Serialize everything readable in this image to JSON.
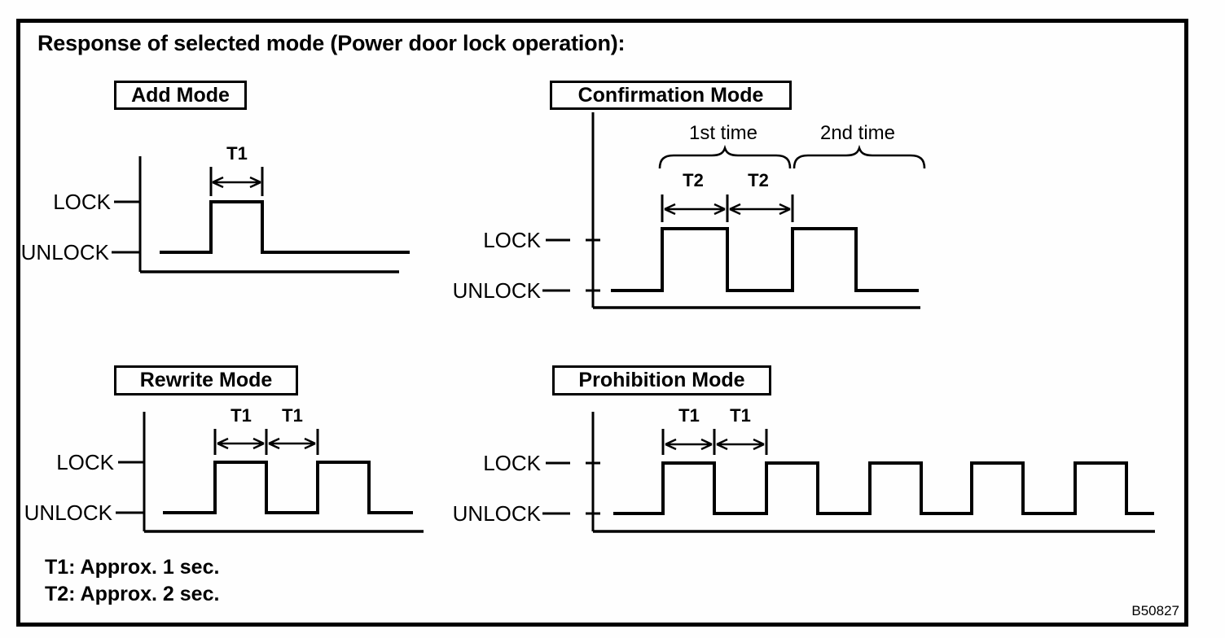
{
  "figure": {
    "title": "Response of selected mode (Power door lock operation):",
    "code": "B50827",
    "note_t1": "T1: Approx. 1 sec.",
    "note_t2": "T2: Approx. 2 sec."
  },
  "labels": {
    "lock": "LOCK",
    "unlock": "UNLOCK"
  },
  "modes": [
    {
      "title": "Add Mode",
      "intervals": [
        "T1"
      ],
      "waveform": {
        "levels": [
          "UNLOCK",
          "LOCK"
        ],
        "pulses": 1,
        "pulse_duration": "T1",
        "pattern": "UNLOCK, then LOCK pulse lasting T1, then UNLOCK"
      }
    },
    {
      "title": "Confirmation Mode",
      "intervals": [
        "T2",
        "T2"
      ],
      "time_labels": [
        "1st time",
        "2nd time"
      ],
      "waveform": {
        "levels": [
          "UNLOCK",
          "LOCK"
        ],
        "pulses": 2,
        "pulse_duration": "T2",
        "pattern": "1st time: LOCK for T2 then UNLOCK for T2; 2nd time: same cycle repeated"
      }
    },
    {
      "title": "Rewrite Mode",
      "intervals": [
        "T1",
        "T1"
      ],
      "waveform": {
        "levels": [
          "UNLOCK",
          "LOCK"
        ],
        "pulses": 2,
        "pulse_duration": "T1",
        "pattern": "Two LOCK pulses: LOCK for T1, UNLOCK for T1, LOCK again, then UNLOCK"
      }
    },
    {
      "title": "Prohibition Mode",
      "intervals": [
        "T1",
        "T1"
      ],
      "waveform": {
        "levels": [
          "UNLOCK",
          "LOCK"
        ],
        "pulses": 5,
        "pulse_duration": "T1",
        "pattern": "Continuous train of five LOCK pulses alternating LOCK T1 / UNLOCK T1"
      }
    }
  ]
}
